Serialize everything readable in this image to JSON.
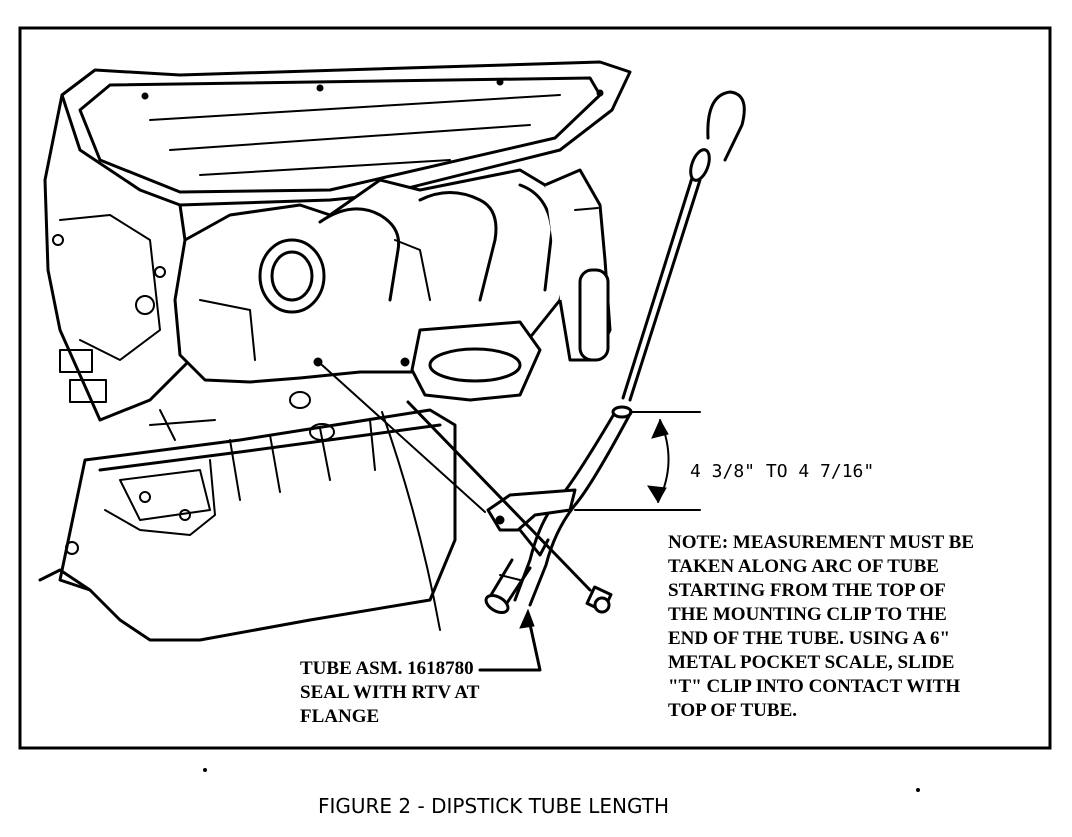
{
  "dimension_label": "4 3/8\" TO 4 7/16\"",
  "note": {
    "lines": [
      "NOTE: MEASUREMENT MUST BE",
      "TAKEN ALONG ARC OF TUBE",
      "STARTING FROM THE TOP OF",
      "THE MOUNTING CLIP TO THE",
      "END OF THE TUBE. USING A 6\"",
      "METAL POCKET SCALE, SLIDE",
      "\"T\" CLIP INTO CONTACT WITH",
      "TOP OF TUBE."
    ]
  },
  "callout": {
    "lines": [
      "TUBE ASM. 1618780",
      "SEAL WITH RTV AT",
      "FLANGE"
    ]
  },
  "caption": "FIGURE 2 - DIPSTICK TUBE LENGTH"
}
